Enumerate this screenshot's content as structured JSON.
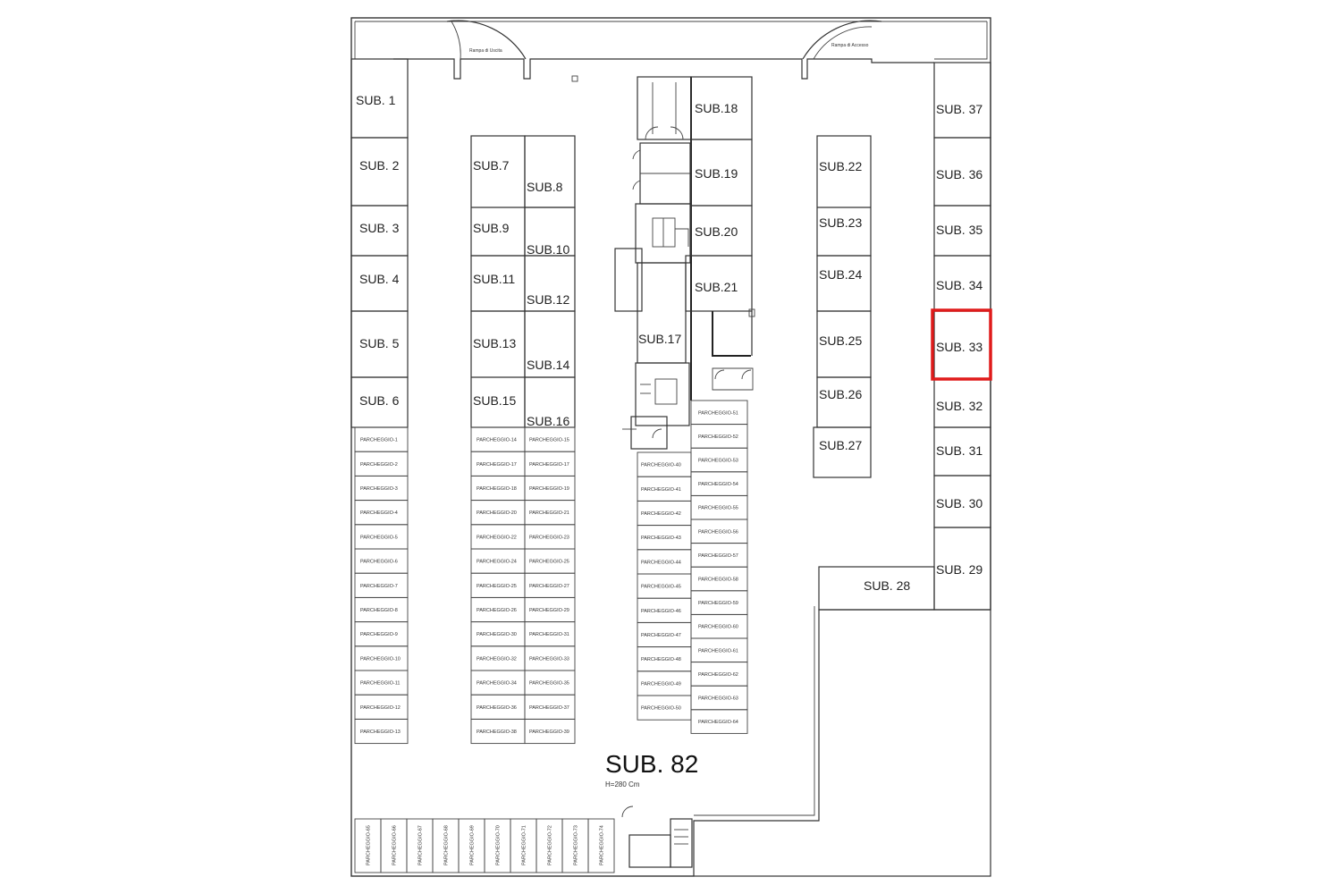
{
  "plan": {
    "main_unit": "SUB. 82",
    "height_note": "H=280 Cm",
    "ramp_left": "Rampa di Uscita",
    "ramp_right": "Rampa di Accesso",
    "highlight": "SUB. 33",
    "units": {
      "sub1": "SUB. 1",
      "sub2": "SUB. 2",
      "sub3": "SUB. 3",
      "sub4": "SUB. 4",
      "sub5": "SUB. 5",
      "sub6": "SUB. 6",
      "sub7": "SUB.7",
      "sub8": "SUB.8",
      "sub9": "SUB.9",
      "sub10": "SUB.10",
      "sub11": "SUB.11",
      "sub12": "SUB.12",
      "sub13": "SUB.13",
      "sub14": "SUB.14",
      "sub15": "SUB.15",
      "sub16": "SUB.16",
      "sub17": "SUB.17",
      "sub18": "SUB.18",
      "sub19": "SUB.19",
      "sub20": "SUB.20",
      "sub21": "SUB.21",
      "sub22": "SUB.22",
      "sub23": "SUB.23",
      "sub24": "SUB.24",
      "sub25": "SUB.25",
      "sub26": "SUB.26",
      "sub27": "SUB.27",
      "sub28": "SUB. 28",
      "sub29": "SUB. 29",
      "sub30": "SUB. 30",
      "sub31": "SUB. 31",
      "sub32": "SUB. 32",
      "sub33": "SUB. 33",
      "sub34": "SUB. 34",
      "sub35": "SUB. 35",
      "sub36": "SUB. 36",
      "sub37": "SUB. 37"
    },
    "parking": {
      "col_a": [
        "PARCHEGGIO-1",
        "PARCHEGGIO-2",
        "PARCHEGGIO-3",
        "PARCHEGGIO-4",
        "PARCHEGGIO-5",
        "PARCHEGGIO-6",
        "PARCHEGGIO-7",
        "PARCHEGGIO-8",
        "PARCHEGGIO-9",
        "PARCHEGGIO-10",
        "PARCHEGGIO-11",
        "PARCHEGGIO-12",
        "PARCHEGGIO-13"
      ],
      "col_b": [
        "PARCHEGGIO-14",
        "PARCHEGGIO-17",
        "PARCHEGGIO-18",
        "PARCHEGGIO-20",
        "PARCHEGGIO-22",
        "PARCHEGGIO-24",
        "PARCHEGGIO-25",
        "PARCHEGGIO-26",
        "PARCHEGGIO-30",
        "PARCHEGGIO-32",
        "PARCHEGGIO-34",
        "PARCHEGGIO-36",
        "PARCHEGGIO-38"
      ],
      "col_c": [
        "PARCHEGGIO-15",
        "PARCHEGGIO-17",
        "PARCHEGGIO-19",
        "PARCHEGGIO-21",
        "PARCHEGGIO-23",
        "PARCHEGGIO-25",
        "PARCHEGGIO-27",
        "PARCHEGGIO-29",
        "PARCHEGGIO-31",
        "PARCHEGGIO-33",
        "PARCHEGGIO-35",
        "PARCHEGGIO-37",
        "PARCHEGGIO-39"
      ],
      "col_d": [
        "PARCHEGGIO-40",
        "PARCHEGGIO-41",
        "PARCHEGGIO-42",
        "PARCHEGGIO-43",
        "PARCHEGGIO-44",
        "PARCHEGGIO-45",
        "PARCHEGGIO-46",
        "PARCHEGGIO-47",
        "PARCHEGGIO-48",
        "PARCHEGGIO-49",
        "PARCHEGGIO-50"
      ],
      "col_e": [
        "PARCHEGGIO-51",
        "PARCHEGGIO-52",
        "PARCHEGGIO-53",
        "PARCHEGGIO-54",
        "PARCHEGGIO-55",
        "PARCHEGGIO-56",
        "PARCHEGGIO-57",
        "PARCHEGGIO-58",
        "PARCHEGGIO-59",
        "PARCHEGGIO-60",
        "PARCHEGGIO-61",
        "PARCHEGGIO-62",
        "PARCHEGGIO-63",
        "PARCHEGGIO-64"
      ],
      "bottom": [
        "PARCHEGGIO-65",
        "PARCHEGGIO-66",
        "PARCHEGGIO-67",
        "PARCHEGGIO-68",
        "PARCHEGGIO-69",
        "PARCHEGGIO-70",
        "PARCHEGGIO-71",
        "PARCHEGGIO-72",
        "PARCHEGGIO-73",
        "PARCHEGGIO-74"
      ]
    }
  }
}
